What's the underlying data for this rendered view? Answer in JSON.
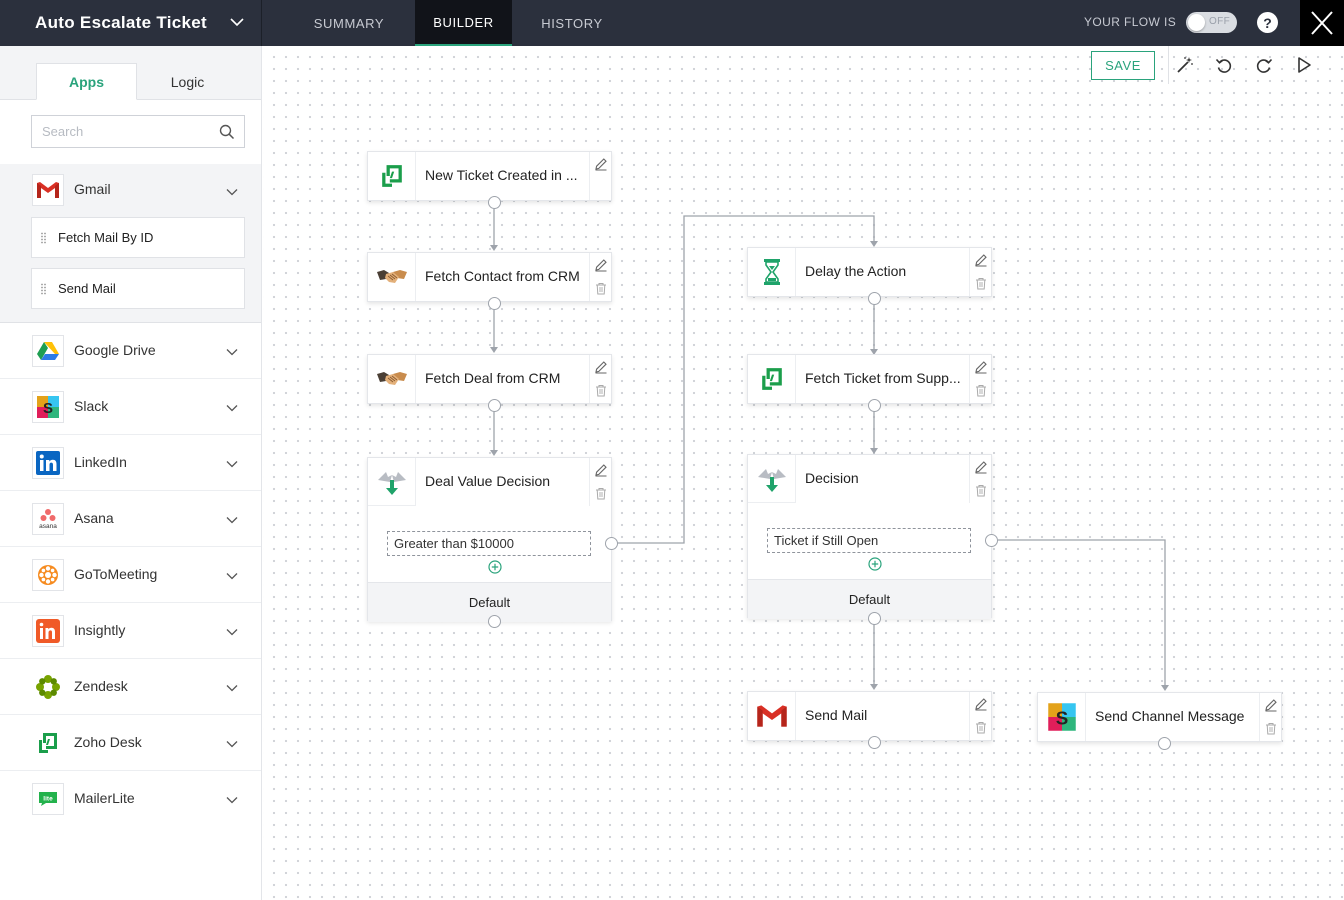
{
  "header": {
    "flow_title": "Auto Escalate Ticket",
    "tabs": [
      {
        "label": "SUMMARY"
      },
      {
        "label": "BUILDER"
      },
      {
        "label": "HISTORY"
      }
    ],
    "flow_status_label": "YOUR FLOW IS",
    "flow_status_value": "OFF",
    "help_label": "?"
  },
  "sidebar": {
    "tabs": [
      {
        "label": "Apps"
      },
      {
        "label": "Logic"
      }
    ],
    "search_placeholder": "Search",
    "expanded_app": {
      "name": "Gmail",
      "icon": "gmail-icon",
      "actions": [
        "Fetch Mail By ID",
        "Send Mail"
      ]
    },
    "apps": [
      {
        "name": "Google Drive",
        "icon": "google-drive-icon"
      },
      {
        "name": "Slack",
        "icon": "slack-icon"
      },
      {
        "name": "LinkedIn",
        "icon": "linkedin-icon"
      },
      {
        "name": "Asana",
        "icon": "asana-icon"
      },
      {
        "name": "GoToMeeting",
        "icon": "gotomeeting-icon"
      },
      {
        "name": "Insightly",
        "icon": "insightly-icon"
      },
      {
        "name": "Zendesk",
        "icon": "zendesk-icon"
      },
      {
        "name": "Zoho Desk",
        "icon": "zoho-desk-icon"
      },
      {
        "name": "MailerLite",
        "icon": "mailerlite-icon"
      }
    ],
    "app_logo_text": {
      "asana": "asana",
      "mailerlite": "lite"
    }
  },
  "canvas": {
    "save_label": "SAVE",
    "nodes": [
      {
        "label": "New Ticket Created in ...",
        "icon": "zoho-desk-icon"
      },
      {
        "label": "Fetch Contact from CRM",
        "icon": "handshake-icon"
      },
      {
        "label": "Fetch Deal from CRM",
        "icon": "handshake-icon"
      },
      {
        "label": "Deal Value Decision",
        "icon": "decision-icon",
        "condition": "Greater than $10000",
        "default_label": "Default"
      },
      {
        "label": "Delay the Action",
        "icon": "hourglass-icon"
      },
      {
        "label": "Fetch Ticket from Supp...",
        "icon": "zoho-desk-icon"
      },
      {
        "label": "Decision",
        "icon": "decision-icon",
        "condition": "Ticket if Still Open",
        "default_label": "Default"
      },
      {
        "label": "Send Mail",
        "icon": "gmail-icon"
      },
      {
        "label": "Send Channel Message",
        "icon": "slack-icon"
      }
    ]
  },
  "colors": {
    "accent_green": "#2aa37c",
    "topbar": "#2b303d",
    "active_tab": "#111319"
  }
}
